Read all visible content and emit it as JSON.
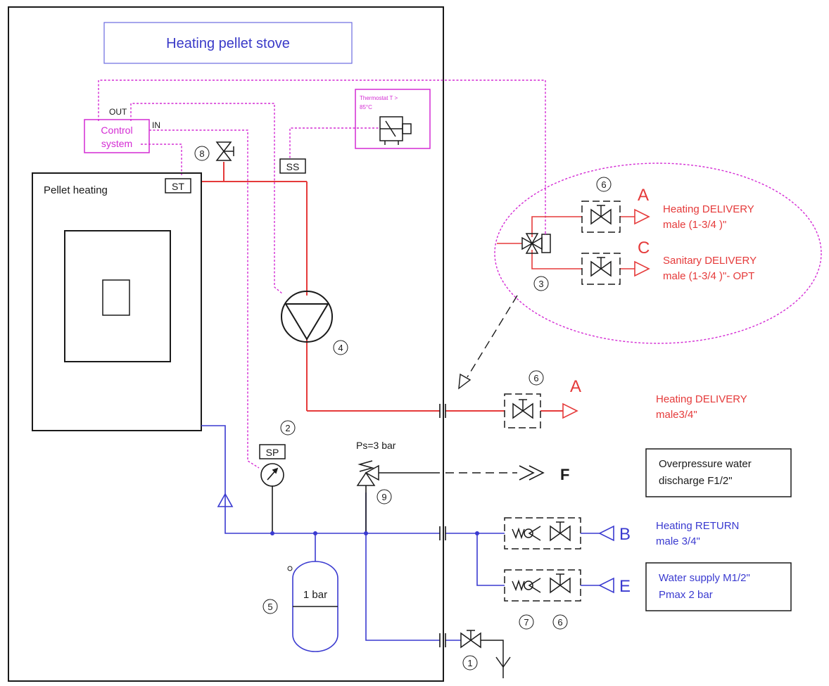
{
  "colors": {
    "red": "#e53a3a",
    "blue": "#3a3ad0",
    "magenta": "#d42bd4",
    "black": "#1a1a1a",
    "title_blue": "#3a3ac8",
    "title_border": "#6a6ae0"
  },
  "title": "Heating pellet stove",
  "labels": {
    "control_out": "OUT",
    "control_in": "IN",
    "control_line1": "Control",
    "control_line2": "system",
    "thermostat_line1": "Thermostat  T >",
    "thermostat_line2": "85°C",
    "ss": "SS",
    "st": "ST",
    "sp": "SP",
    "pellet_heating": "Pellet heating",
    "ps": "Ps=3 bar",
    "tank": "1 bar"
  },
  "numbers": {
    "n1": "1",
    "n2": "2",
    "n3": "3",
    "n4": "4",
    "n5": "5",
    "n6a": "6",
    "n6b": "6",
    "n6c": "6",
    "n7": "7",
    "n8": "8",
    "n9": "9"
  },
  "outlets": {
    "a_top": {
      "letter": "A",
      "line1": "Heating DELIVERY",
      "line2": "male (1-3/4 )\""
    },
    "c": {
      "letter": "C",
      "line1": "Sanitary DELIVERY",
      "line2": "male (1-3/4 )\"- OPT"
    },
    "a_main": {
      "letter": "A",
      "line1": "Heating DELIVERY",
      "line2": "male3/4\""
    },
    "f": {
      "letter": "F",
      "line1": "Overpressure water",
      "line2": "discharge F1/2\""
    },
    "b": {
      "letter": "B",
      "line1": "Heating RETURN",
      "line2": "male 3/4\""
    },
    "e": {
      "letter": "E",
      "line1": "Water supply M1/2\"",
      "line2": "Pmax 2 bar"
    }
  }
}
